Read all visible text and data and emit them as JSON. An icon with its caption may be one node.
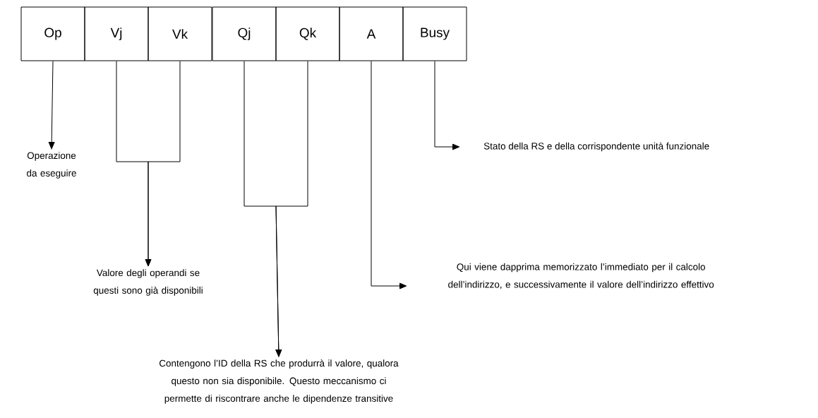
{
  "diagram": {
    "nodes": [
      {
        "text": [
          "Op"
        ]
      },
      {
        "text": [
          "Vj"
        ]
      },
      {
        "text": [
          "Vk"
        ]
      },
      {
        "text": [
          "Qj"
        ]
      },
      {
        "text": [
          "Qk"
        ]
      },
      {
        "text": [
          "A"
        ]
      },
      {
        "text": [
          "Busy"
        ]
      },
      {
        "text": [
          "Operazione da eseguire"
        ]
      },
      {
        "text": [
          "Valore degli operandi se questi sono già disponibili"
        ]
      },
      {
        "text": [
          "Contengono l’ID della RS che produrrà il valore, qualora questo non sia disponibile. Questo meccanismo ci permette di riscontrare anche le dipendenze transitive"
        ]
      },
      {
        "text": [
          "Qui viene dapprima memorizzato l’immediato per il calcolo dell’indirizzo, e successivamente il valore dell’indirizzo effettivo"
        ]
      },
      {
        "text": [
          "Stato della RS e della corrispondente unità funzionale"
        ]
      }
    ],
    "edges": [
      {
        "from": 0,
        "to": 7,
        "arrow": "to"
      },
      {
        "from": 1,
        "to": 8,
        "arrow": "to"
      },
      {
        "from": 2,
        "to": 8,
        "arrow": "to"
      },
      {
        "from": 3,
        "to": 9,
        "arrow": "to"
      },
      {
        "from": 4,
        "to": 9,
        "arrow": "to"
      },
      {
        "from": 5,
        "to": 10,
        "arrow": "to"
      },
      {
        "from": 6,
        "to": 11,
        "arrow": "to"
      }
    ]
  }
}
